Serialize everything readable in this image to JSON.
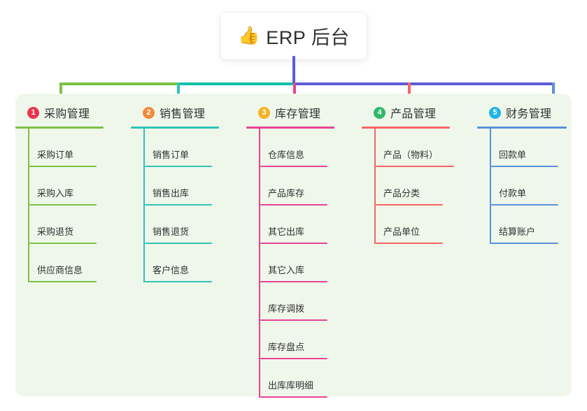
{
  "root": {
    "icon": "thumbs-up-icon",
    "emoji": "👍",
    "label": "ERP 后台"
  },
  "colors": {
    "panel_bg": "#eff7ea",
    "root_stem": "#5b5bd6",
    "trunk_left": "#7cc144",
    "trunk_mid": "#11c1a6",
    "trunk_right": "#5b5bd6",
    "columns": [
      "#7cc144",
      "#2ec4b6",
      "#e84393",
      "#f56565",
      "#5b8fde"
    ],
    "badges": [
      "#e8344e",
      "#f08a3c",
      "#f5b225",
      "#2fb96a",
      "#21b4e8"
    ]
  },
  "columns": [
    {
      "number": "1",
      "title": "采购管理",
      "color": "#7cc144",
      "badge_color": "#e8344e",
      "items": [
        "采购订单",
        "采购入库",
        "采购退货",
        "供应商信息"
      ]
    },
    {
      "number": "2",
      "title": "销售管理",
      "color": "#2ec4b6",
      "badge_color": "#f08a3c",
      "items": [
        "销售订单",
        "销售出库",
        "销售退货",
        "客户信息"
      ]
    },
    {
      "number": "3",
      "title": "库存管理",
      "color": "#e84393",
      "badge_color": "#f5b225",
      "items": [
        "仓库信息",
        "产品库存",
        "其它出库",
        "其它入库",
        "库存调拨",
        "库存盘点",
        "出库库明细"
      ]
    },
    {
      "number": "4",
      "title": "产品管理",
      "color": "#f56565",
      "badge_color": "#2fb96a",
      "items": [
        "产品（物料）",
        "产品分类",
        "产品单位"
      ]
    },
    {
      "number": "5",
      "title": "财务管理",
      "color": "#5b8fde",
      "badge_color": "#21b4e8",
      "items": [
        "回款单",
        "付款单",
        "结算账户"
      ]
    }
  ]
}
